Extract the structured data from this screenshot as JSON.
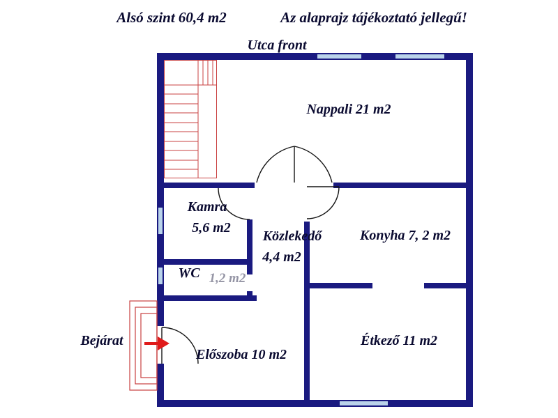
{
  "header": {
    "floor_label": "Alsó szint 60,4 m2",
    "disclaimer": "Az alaprajz tájékoztató jellegű!",
    "street_label": "Utca front"
  },
  "rooms": {
    "nappali": {
      "label": "Nappali 21 m2"
    },
    "kamra": {
      "name": "Kamra",
      "area": "5,6 m2"
    },
    "kozlekedo": {
      "name": "Közlekedő",
      "area": "4,4 m2"
    },
    "konyha": {
      "label": "Konyha 7, 2 m2"
    },
    "wc": {
      "name": "WC",
      "area": "1,2 m2"
    },
    "eloszoba": {
      "label": "Előszoba 10 m2"
    },
    "etkezo": {
      "label": "Étkező 11 m2"
    },
    "bejarat": {
      "label": "Bejárat"
    }
  },
  "colors": {
    "wall": "#1a1a80",
    "window": "#b9d3ea",
    "stairs": "#c94040",
    "arrow": "#e01b1b",
    "door": "#151515",
    "text": "#0a0a30",
    "muted_text": "#9595a5"
  }
}
